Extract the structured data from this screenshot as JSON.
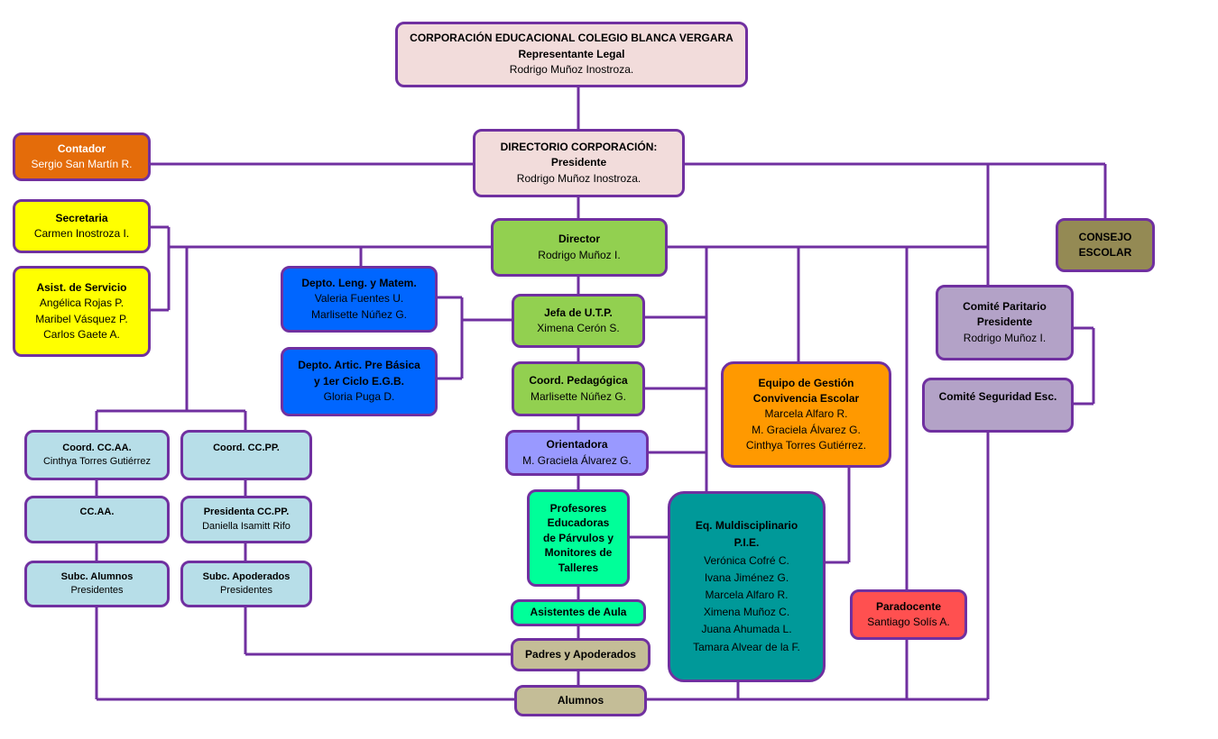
{
  "corporacion": {
    "title": "CORPORACIÓN EDUCACIONAL COLEGIO BLANCA VERGARA",
    "role": "Representante Legal",
    "name": "Rodrigo Muñoz Inostroza."
  },
  "directorio": {
    "title": "DIRECTORIO CORPORACIÓN:",
    "role": "Presidente",
    "name": "Rodrigo Muñoz Inostroza."
  },
  "contador": {
    "title": "Contador",
    "name": "Sergio San Martín R."
  },
  "secretaria": {
    "title": "Secretaria",
    "name": "Carmen Inostroza I."
  },
  "asist_servicio": {
    "title": "Asist. de Servicio",
    "names": [
      "Angélica Rojas P.",
      "Maribel Vásquez P.",
      "Carlos Gaete A."
    ]
  },
  "director": {
    "title": "Director",
    "name": "Rodrigo Muñoz I."
  },
  "consejo": {
    "line1": "CONSEJO",
    "line2": "ESCOLAR"
  },
  "depto_leng": {
    "title": "Depto. Leng. y Matem.",
    "names": [
      "Valeria Fuentes U.",
      "Marlisette Núñez G."
    ]
  },
  "depto_artic": {
    "title1": "Depto. Artic. Pre Básica",
    "title2": "y 1er Ciclo E.G.B.",
    "name": "Gloria Puga D."
  },
  "utp": {
    "title": "Jefa de U.T.P.",
    "name": "Ximena Cerón S."
  },
  "coord_ped": {
    "title": "Coord. Pedagógica",
    "name": "Marlisette Núñez G."
  },
  "orientadora": {
    "title": "Orientadora",
    "name": "M. Graciela Álvarez G."
  },
  "profesores": {
    "lines": [
      "Profesores",
      "Educadoras",
      "de Párvulos y",
      "Monitores de",
      "Talleres"
    ]
  },
  "asistentes_aula": {
    "title": "Asistentes de Aula"
  },
  "padres": {
    "title": "Padres y Apoderados"
  },
  "alumnos": {
    "title": "Alumnos"
  },
  "equipo_conv": {
    "title1": "Equipo de Gestión",
    "title2": "Convivencia Escolar",
    "names": [
      "Marcela Alfaro R.",
      "M. Graciela Álvarez G.",
      "Cinthya Torres Gutiérrez."
    ]
  },
  "pie": {
    "title1": "Eq. Muldisciplinario",
    "title2": "P.I.E.",
    "names": [
      "Verónica Cofré C.",
      "Ivana Jiménez G.",
      "Marcela Alfaro R.",
      "Ximena Muñoz C.",
      "Juana Ahumada L.",
      "Tamara Alvear de la F."
    ]
  },
  "paradocente": {
    "title": "Paradocente",
    "name": "Santiago Solís A."
  },
  "comite_paritario": {
    "title1": "Comité Paritario",
    "title2": "Presidente",
    "name": "Rodrigo Muñoz I."
  },
  "comite_seguridad": {
    "title": "Comité Seguridad Esc."
  },
  "coord_ccaa": {
    "title": "Coord. CC.AA.",
    "name": "Cinthya Torres Gutiérrez"
  },
  "coord_ccpp": {
    "title": "Coord. CC.PP."
  },
  "ccaa": {
    "title": "CC.AA."
  },
  "presidenta_ccpp": {
    "title": "Presidenta CC.PP.",
    "name": "Daniella Isamitt Rifo"
  },
  "subc_alumnos": {
    "title": "Subc. Alumnos",
    "sub": "Presidentes"
  },
  "subc_apoderados": {
    "title": "Subc. Apoderados",
    "sub": "Presidentes"
  },
  "colors": {
    "line": "#7030a0"
  }
}
